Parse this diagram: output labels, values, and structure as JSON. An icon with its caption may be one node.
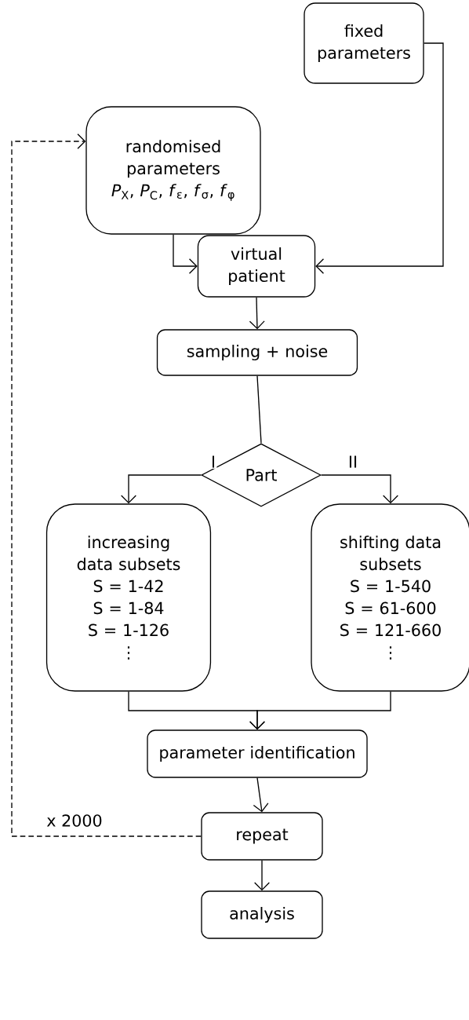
{
  "diagram": {
    "nodes": [
      {
        "text": [
          "fixed parameters"
        ]
      },
      {
        "text": [
          "randomised parameters",
          "*P*$_{X}$, *P*$_{C}$, *f*$_{ε}$, *f*$_{σ}$, *f*$_{φ}$"
        ]
      },
      {
        "text": [
          "virtual patient"
        ]
      },
      {
        "text": [
          "sampling + noise"
        ]
      },
      {
        "text": [
          "Part"
        ]
      },
      {
        "text": [
          "increasing data subsets",
          "S = 1-42",
          "S = 1-84",
          "S = 1-126",
          "⋮"
        ]
      },
      {
        "text": [
          "shifting data subsets",
          "S = 1-540",
          "S = 61-600",
          "S = 121-660",
          "⋮"
        ]
      },
      {
        "text": [
          "parameter identification"
        ]
      },
      {
        "text": [
          "repeat"
        ]
      },
      {
        "text": [
          "analysis"
        ]
      }
    ],
    "edges": [
      {
        "from": 0,
        "to": 2,
        "arrow": "to"
      },
      {
        "from": 1,
        "to": 2,
        "arrow": "to"
      },
      {
        "from": 2,
        "to": 3,
        "arrow": "to"
      },
      {
        "from": 3,
        "to": 4,
        "arrow": "none"
      },
      {
        "from": 4,
        "to": 5,
        "arrow": "to",
        "label": "I"
      },
      {
        "from": 4,
        "to": 6,
        "arrow": "to",
        "label": "II"
      },
      {
        "from": 5,
        "to": 7,
        "arrow": "to"
      },
      {
        "from": 6,
        "to": 7,
        "arrow": "to"
      },
      {
        "from": 7,
        "to": 8,
        "arrow": "to"
      },
      {
        "from": 8,
        "to": 9,
        "arrow": "to"
      },
      {
        "from": 8,
        "to": 1,
        "arrow": "to",
        "style": "dashed",
        "label": "x 2000"
      }
    ]
  }
}
